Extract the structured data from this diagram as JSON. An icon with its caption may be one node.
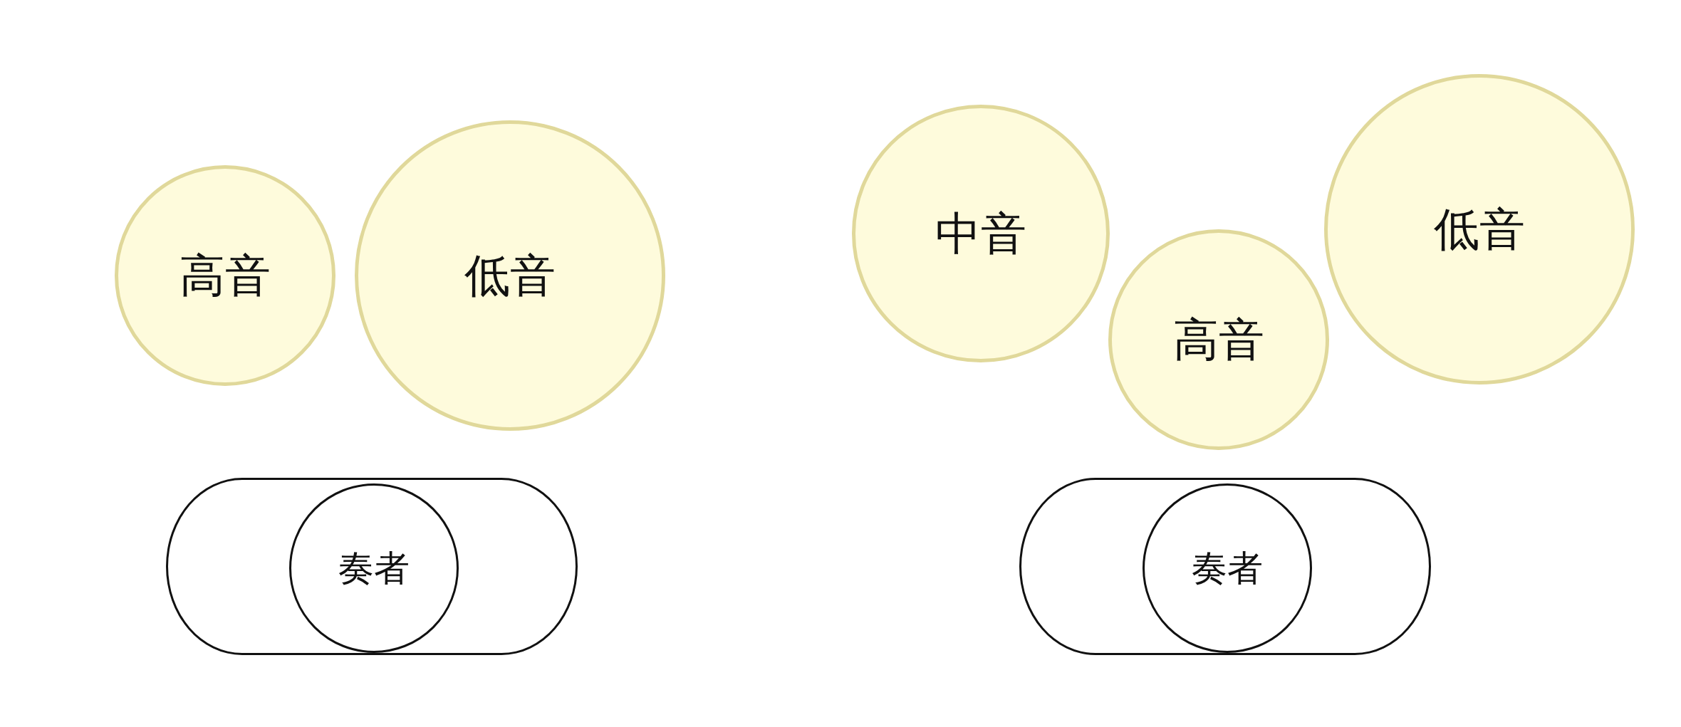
{
  "diagram": {
    "nodes": [
      {
        "text": [
          "高音"
        ]
      },
      {
        "text": [
          "低音"
        ]
      },
      {
        "text": [],
        "shape": "box"
      },
      {
        "text": [
          "奏者"
        ],
        "in": 2
      },
      {
        "text": [
          "中音"
        ]
      },
      {
        "text": [
          "高音"
        ]
      },
      {
        "text": [
          "低音"
        ]
      },
      {
        "text": [],
        "shape": "box"
      },
      {
        "text": [
          "奏者"
        ],
        "in": 7
      }
    ]
  }
}
